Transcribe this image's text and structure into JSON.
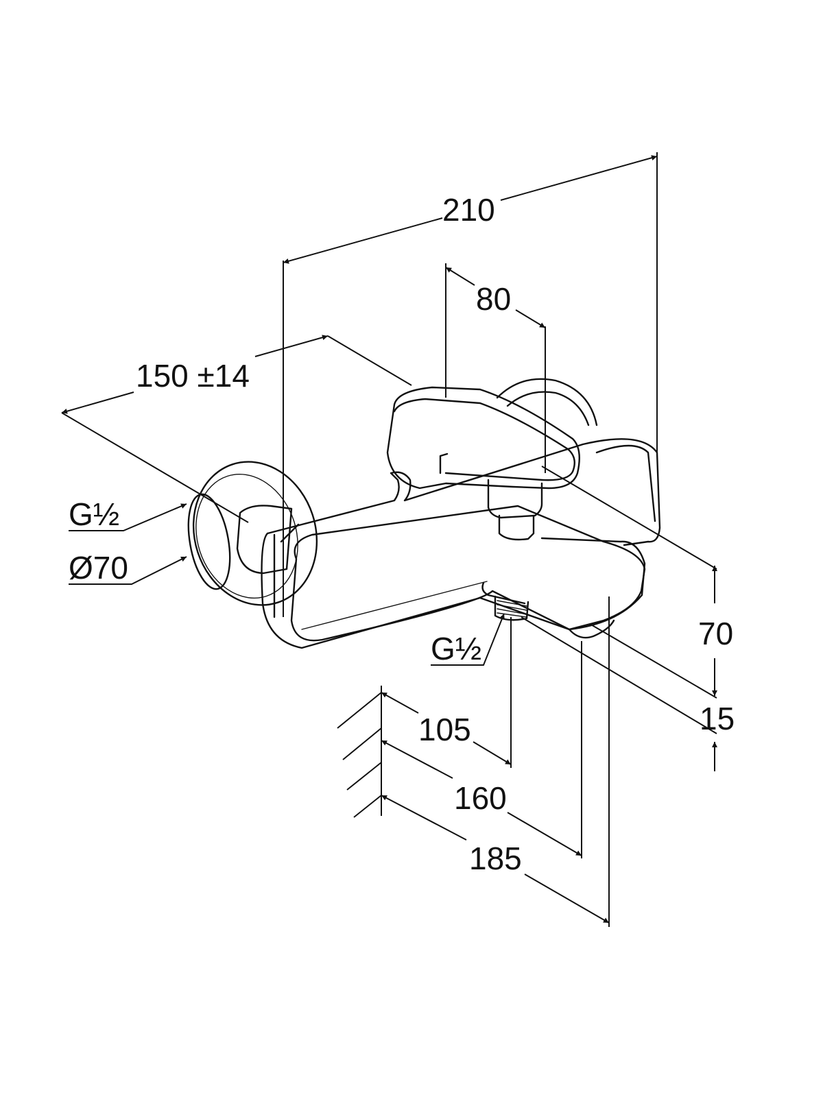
{
  "dimensions": {
    "overall_width": "210",
    "lever_width": "80",
    "wall_projection": "150 ±14",
    "inlet_thread": "G½",
    "escutcheon_diameter": "Ø70",
    "outlet_thread": "G½",
    "height": "70",
    "outlet_gap": "15",
    "outlet_distance": "105",
    "spout_distance": "160",
    "body_depth": "185"
  }
}
